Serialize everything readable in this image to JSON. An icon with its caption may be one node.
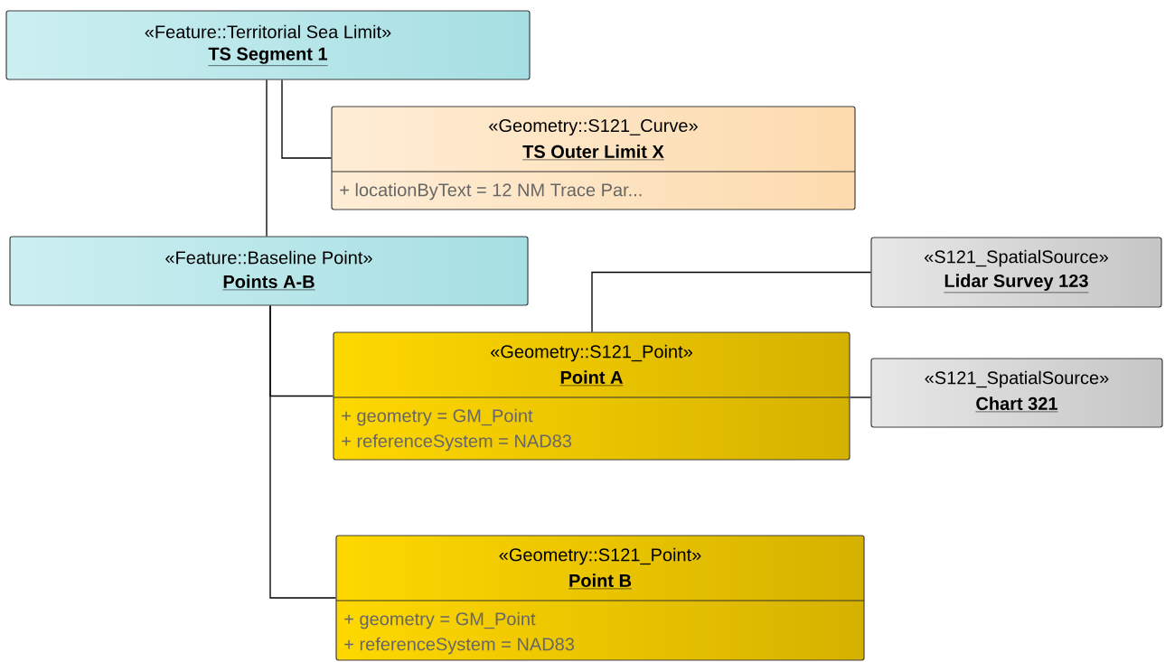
{
  "diagram": {
    "nodes": [
      {
        "text": [
          "«Feature::Territorial Sea Limit»",
          "TS Segment 1"
        ]
      },
      {
        "text": [
          "«Geometry::S121_Curve»",
          "TS Outer Limit X",
          "+ locationByText = 12 NM Trace Par..."
        ]
      },
      {
        "text": [
          "«Feature::Baseline Point»",
          "Points A-B"
        ]
      },
      {
        "text": [
          "«Geometry::S121_Point»",
          "Point A",
          "+ geometry = GM_Point",
          "+ referenceSystem = NAD83"
        ]
      },
      {
        "text": [
          "«Geometry::S121_Point»",
          "Point B",
          "+ geometry = GM_Point",
          "+ referenceSystem = NAD83"
        ]
      },
      {
        "text": [
          "«S121_SpatialSource»",
          "Lidar Survey 123"
        ]
      },
      {
        "text": [
          "«S121_SpatialSource»",
          "Chart 321"
        ]
      }
    ],
    "edges": [
      {
        "from": 0,
        "to": 1,
        "arrow": "none"
      },
      {
        "from": 0,
        "to": 2,
        "arrow": "none"
      },
      {
        "from": 2,
        "to": 3,
        "arrow": "none"
      },
      {
        "from": 2,
        "to": 4,
        "arrow": "none"
      },
      {
        "from": 3,
        "to": 5,
        "arrow": "none"
      },
      {
        "from": 3,
        "to": 6,
        "arrow": "none"
      }
    ]
  }
}
